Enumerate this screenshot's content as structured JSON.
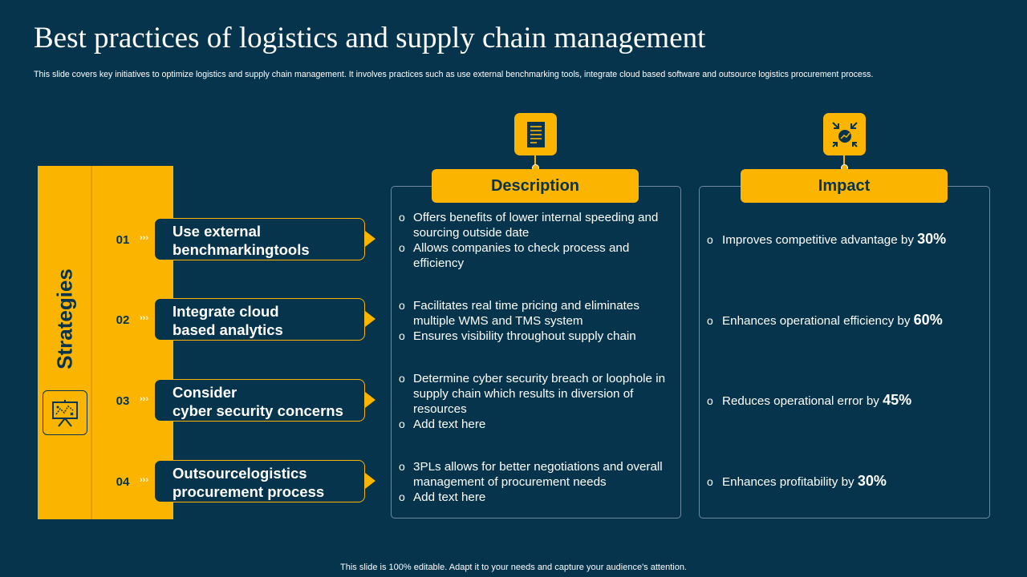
{
  "slide": {
    "title": "Best practices of logistics and supply chain management",
    "subtitle": "This slide covers key initiatives to optimize logistics and supply chain management. It involves practices such as use external benchmarking tools, integrate cloud based software and outsource logistics procurement process.",
    "footer": "This slide is 100% editable. Adapt it to your needs and capture your audience's attention."
  },
  "band": {
    "label": "Strategies",
    "icon": "presentation-board-icon"
  },
  "strategies": [
    {
      "num": "01",
      "chev": "›››",
      "label": "Use external\nbenchmarkingtools"
    },
    {
      "num": "02",
      "chev": "›››",
      "label": "Integrate cloud\nbased analytics"
    },
    {
      "num": "03",
      "chev": "›››",
      "label": "Consider\ncyber security concerns"
    },
    {
      "num": "04",
      "chev": "›››",
      "label": "Outsourcelogistics\nprocurement process"
    }
  ],
  "description": {
    "header": "Description",
    "icon": "document-icon",
    "groups": [
      [
        "Offers benefits of lower internal speeding and sourcing outside date",
        "Allows companies to check process and efficiency"
      ],
      [
        "Facilitates real time pricing and eliminates multiple WMS and TMS system",
        "Ensures visibility throughout  supply chain"
      ],
      [
        "Determine cyber security breach or loophole in supply chain which results in diversion of resources",
        "Add text here"
      ],
      [
        "3PLs allows for better negotiations and overall management of procurement needs",
        "Add text here"
      ]
    ]
  },
  "impact": {
    "header": "Impact",
    "icon": "converging-arrows-chart-icon",
    "items": [
      {
        "text": "Improves competitive advantage by",
        "pct": "30%"
      },
      {
        "text": "Enhances operational efficiency by",
        "pct": "60%"
      },
      {
        "text": "Reduces operational error by",
        "pct": "45%"
      },
      {
        "text": "Enhances profitability by",
        "pct": "30%"
      }
    ]
  },
  "colors": {
    "background": "#06344d",
    "accent": "#fbb400",
    "text": "#ffffff"
  }
}
